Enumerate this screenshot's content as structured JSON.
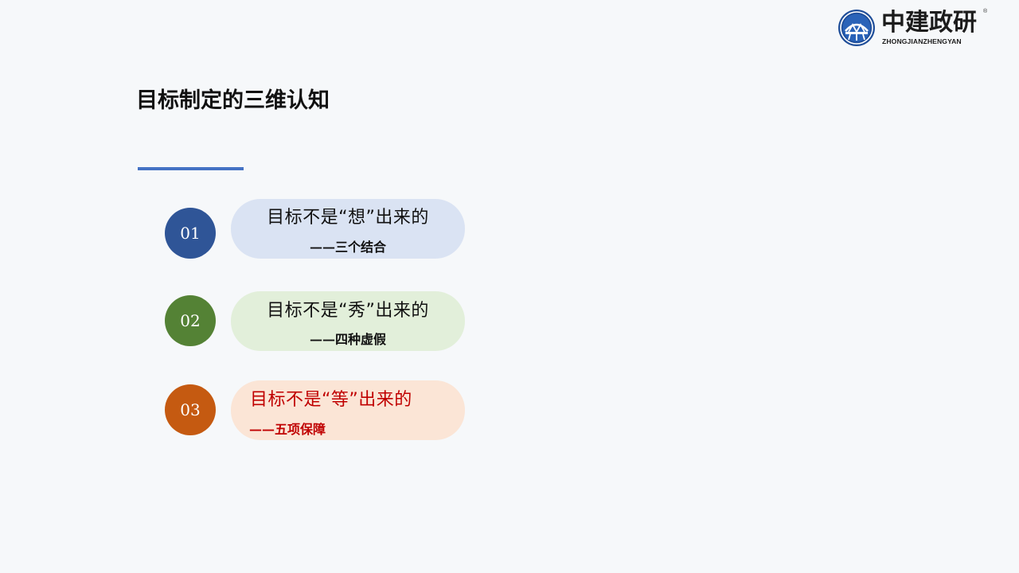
{
  "logo": {
    "name_cn": "中建政研",
    "name_en": "ZHONGJIANZHENGYAN",
    "registered_mark": "®",
    "emblem_color": "#1f4e99"
  },
  "title": "目标制定的三维认知",
  "accent_color": "#4472c4",
  "items": [
    {
      "number": "01",
      "main": "目标不是“想”出来的",
      "sub": "——三个结合",
      "circle_color": "#2f5597",
      "pill_color": "#dae3f3",
      "text_color": "#111111"
    },
    {
      "number": "02",
      "main": "目标不是“秀”出来的",
      "sub": "——四种虚假",
      "circle_color": "#548235",
      "pill_color": "#e2efda",
      "text_color": "#111111"
    },
    {
      "number": "03",
      "main": "目标不是“等”出来的",
      "sub": "——五项保障",
      "circle_color": "#c55a11",
      "pill_color": "#fbe5d6",
      "text_color": "#c00000"
    }
  ]
}
